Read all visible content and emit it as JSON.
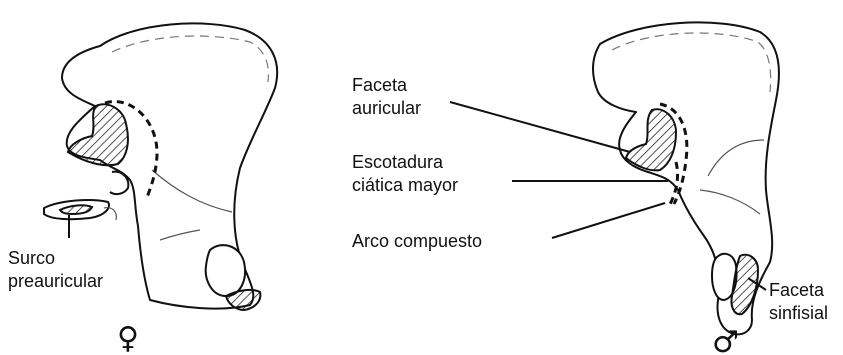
{
  "female": {
    "symbol": "♀",
    "labels": {
      "surco_line1": "Surco",
      "surco_line2": "preauricular"
    }
  },
  "male": {
    "symbol": "♂",
    "labels": {
      "faceta_auricular_line1": "Faceta",
      "faceta_auricular_line2": "auricular",
      "escotadura_line1": "Escotadura",
      "escotadura_line2": "ciática mayor",
      "arco": "Arco compuesto",
      "faceta_sinfisial_line1": "Faceta",
      "faceta_sinfisial_line2": "sinfisial"
    }
  }
}
